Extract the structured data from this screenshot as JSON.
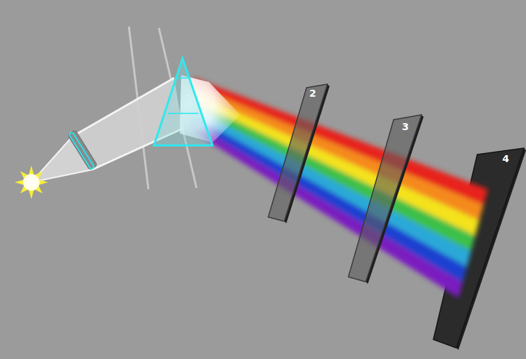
{
  "diagram": {
    "nodes": [
      {
        "text": [
          "2"
        ]
      },
      {
        "text": [
          "3"
        ]
      },
      {
        "text": [
          "4"
        ]
      }
    ]
  }
}
